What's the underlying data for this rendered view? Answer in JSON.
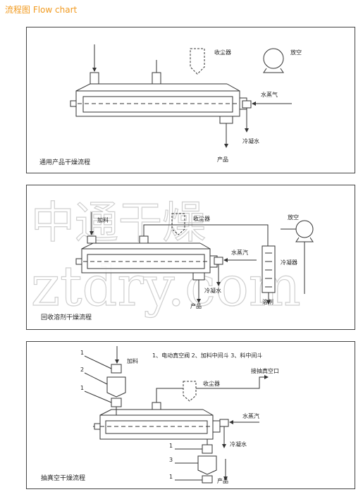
{
  "header": {
    "title": "流程图  Flow chart"
  },
  "colors": {
    "title": "#f19a1f",
    "line": "#333333",
    "watermark": "#cfcfcf"
  },
  "panel1": {
    "caption": "通用产品干燥流程",
    "labels": {
      "dust": "收尘器",
      "vent": "放空",
      "steam": "水蒸气",
      "condensate": "冷凝水",
      "product": "产品"
    }
  },
  "panel2": {
    "caption": "回收溶剂干燥流程",
    "labels": {
      "feed": "加料",
      "dust": "收尘器",
      "vent": "放空",
      "steam": "水蒸汽",
      "condenser": "冷凝器",
      "condensate": "冷凝水",
      "product": "产品",
      "solvent": "溶剂"
    },
    "watermark_cn": "中通干燥",
    "watermark_en": "ztdry.com"
  },
  "panel3": {
    "caption": "抽真空干燥流程",
    "legend": "1、电动真空阀 2、加料中间斗 3、料中间斗",
    "labels": {
      "feed": "加料",
      "vacuum": "接抽真空口",
      "dust": "收尘器",
      "steam": "水蒸汽",
      "condensate": "冷凝水",
      "product": "产品",
      "n1a": "1",
      "n2": "2",
      "n1b": "1",
      "n1c": "1",
      "n3": "3",
      "n1d": "1"
    }
  }
}
